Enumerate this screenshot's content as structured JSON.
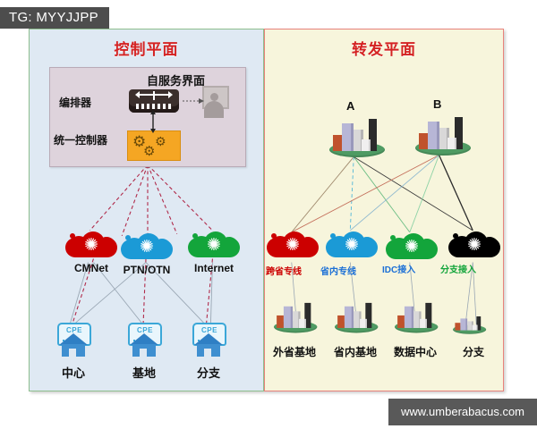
{
  "tag": {
    "text": "TG: MYYJJPP"
  },
  "watermark": {
    "text": "www.umberabacus.com"
  },
  "colors": {
    "title_red": "#d42222",
    "cloud_red": "#cc0000",
    "cloud_blue": "#1b9ad6",
    "cloud_green": "#13a53b",
    "cloud_black": "#000000",
    "panel_left_bg": "#dfe9f3",
    "panel_right_bg": "#f7f5dc",
    "gear_orange": "#f5a623"
  },
  "left_panel": {
    "title": "控制平面",
    "control_box": {
      "self_service_label": "自服务界面",
      "orchestrator_label": "编排器",
      "unified_controller_label": "统一控制器"
    },
    "clouds": [
      {
        "label": "CMNet",
        "color": "#cc0000",
        "icon": "network-cloud-icon"
      },
      {
        "label": "PTN/OTN",
        "color": "#1b9ad6",
        "icon": "network-cloud-icon"
      },
      {
        "label": "Internet",
        "color": "#13a53b",
        "icon": "network-cloud-icon"
      }
    ],
    "sites": [
      {
        "label": "中心",
        "device": "CPE"
      },
      {
        "label": "基地",
        "device": "CPE"
      },
      {
        "label": "分支",
        "device": "CPE"
      }
    ]
  },
  "right_panel": {
    "title": "转发平面",
    "cities": [
      {
        "label": "A"
      },
      {
        "label": "B"
      }
    ],
    "clouds": [
      {
        "label": "跨省专线",
        "color": "#cc0000",
        "label_color": "#cc0000"
      },
      {
        "label": "省内专线",
        "color": "#1b9ad6",
        "label_color": "#1b6fd6"
      },
      {
        "label": "IDC接入",
        "color": "#13a53b",
        "label_color": "#1b6fd6"
      },
      {
        "label": "分支接入",
        "color": "#000000",
        "label_color": "#13a53b"
      }
    ],
    "sites": [
      {
        "label": "外省基地"
      },
      {
        "label": "省内基地"
      },
      {
        "label": "数据中心"
      },
      {
        "label": "分支"
      }
    ]
  }
}
